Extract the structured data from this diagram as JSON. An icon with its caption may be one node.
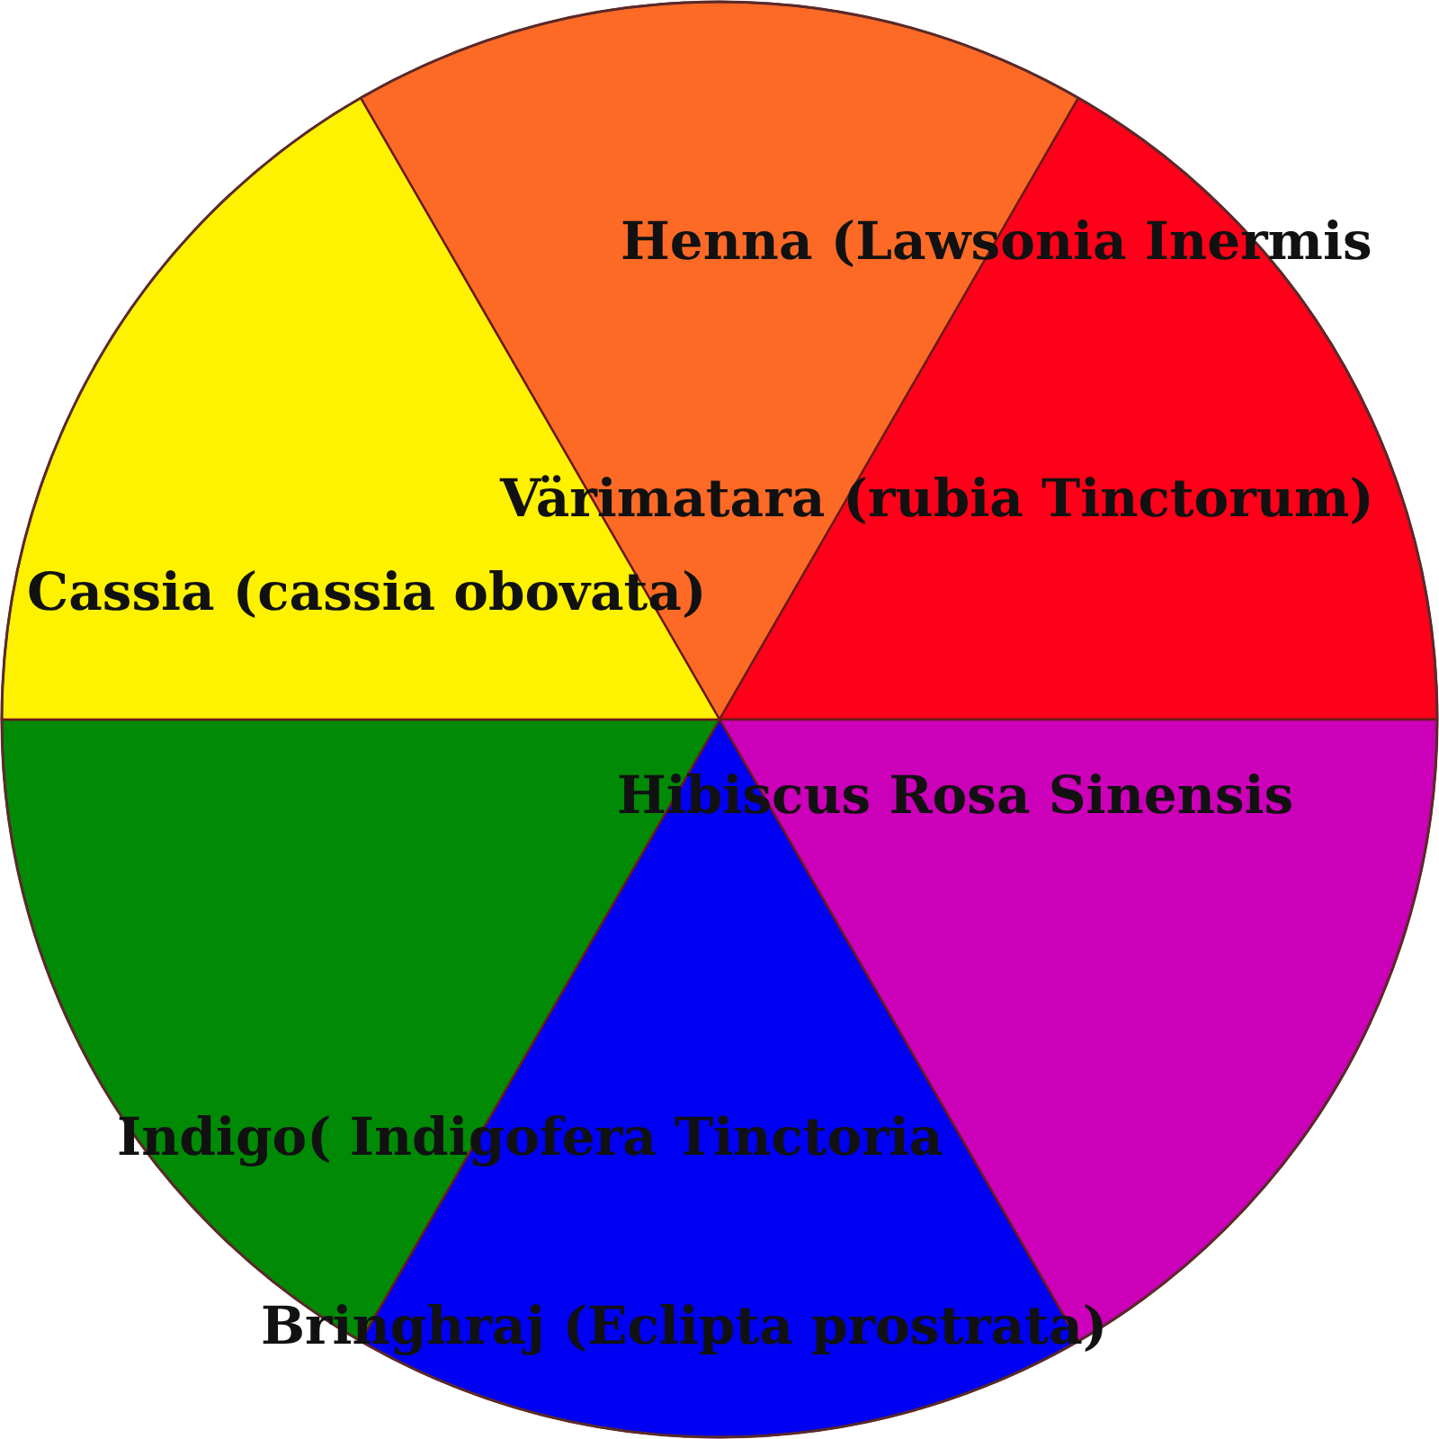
{
  "diagram": {
    "nodes": [
      {
        "text": [
          "Henna (Lawsonia Inermis",
          "Värimatara (rubia Tinctorum)",
          "Cassia (cassia obovata)",
          "Hibiscus Rosa Sinensis",
          "Indigo( Indigofera Tinctoria",
          "Bringhraj (Eclipta prostrata)"
        ]
      }
    ]
  }
}
